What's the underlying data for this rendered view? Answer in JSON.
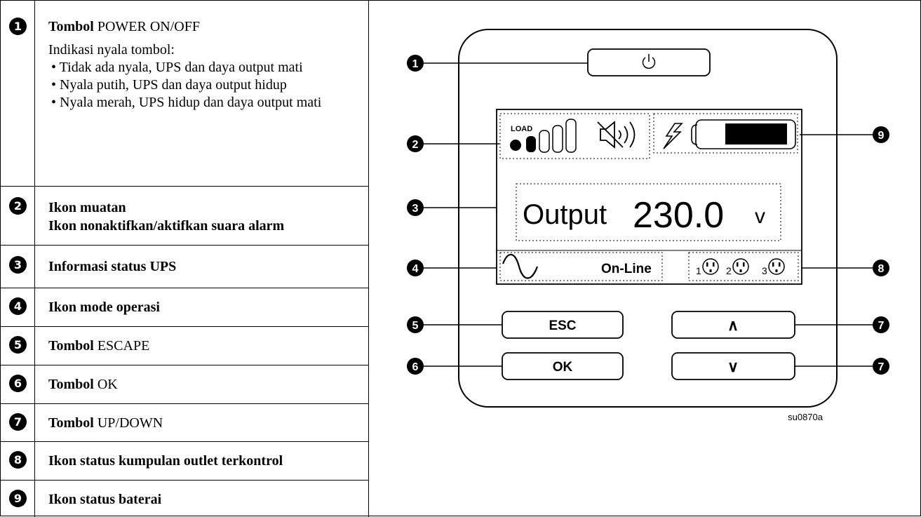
{
  "rows": [
    {
      "num": "1",
      "bold": "Tombol",
      "rest": "POWER ON/OFF",
      "sub": "Indikasi nyala tombol:",
      "bullets": [
        "• Tidak ada nyala, UPS dan daya output mati",
        "• Nyala putih, UPS dan daya output hidup",
        "• Nyala merah, UPS hidup dan daya output mati"
      ]
    },
    {
      "num": "2",
      "line1": "Ikon muatan",
      "line2": "Ikon nonaktifkan/aktifkan suara alarm"
    },
    {
      "num": "3",
      "line1": "Informasi status UPS"
    },
    {
      "num": "4",
      "line1": "Ikon mode operasi"
    },
    {
      "num": "5",
      "bold": "Tombol",
      "rest": "ESCAPE"
    },
    {
      "num": "6",
      "bold": "Tombol",
      "rest": "OK"
    },
    {
      "num": "7",
      "bold": "Tombol",
      "rest": "UP/DOWN"
    },
    {
      "num": "8",
      "line1": "Ikon status kumpulan outlet terkontrol"
    },
    {
      "num": "9",
      "line1": "Ikon status baterai"
    }
  ],
  "panel": {
    "load_label": "LOAD",
    "status_word": "Output",
    "status_value": "230.0",
    "status_unit": "v",
    "mode_label": "On-Line",
    "outlet_groups": [
      "1",
      "2",
      "3"
    ],
    "esc_label": "ESC",
    "ok_label": "OK",
    "up_glyph": "∧",
    "down_glyph": "∨",
    "power_icon": "power-icon",
    "load_icon": "load-bars-icon",
    "mute_icon": "speaker-mute-icon",
    "charge_icon": "lightning-icon",
    "battery_icon": "battery-icon",
    "sine_icon": "sine-wave-icon",
    "outlet_icon": "outlet-icon",
    "callouts": [
      "1",
      "2",
      "3",
      "4",
      "5",
      "6",
      "7",
      "7",
      "8",
      "9"
    ],
    "figure_code": "su0870a"
  }
}
